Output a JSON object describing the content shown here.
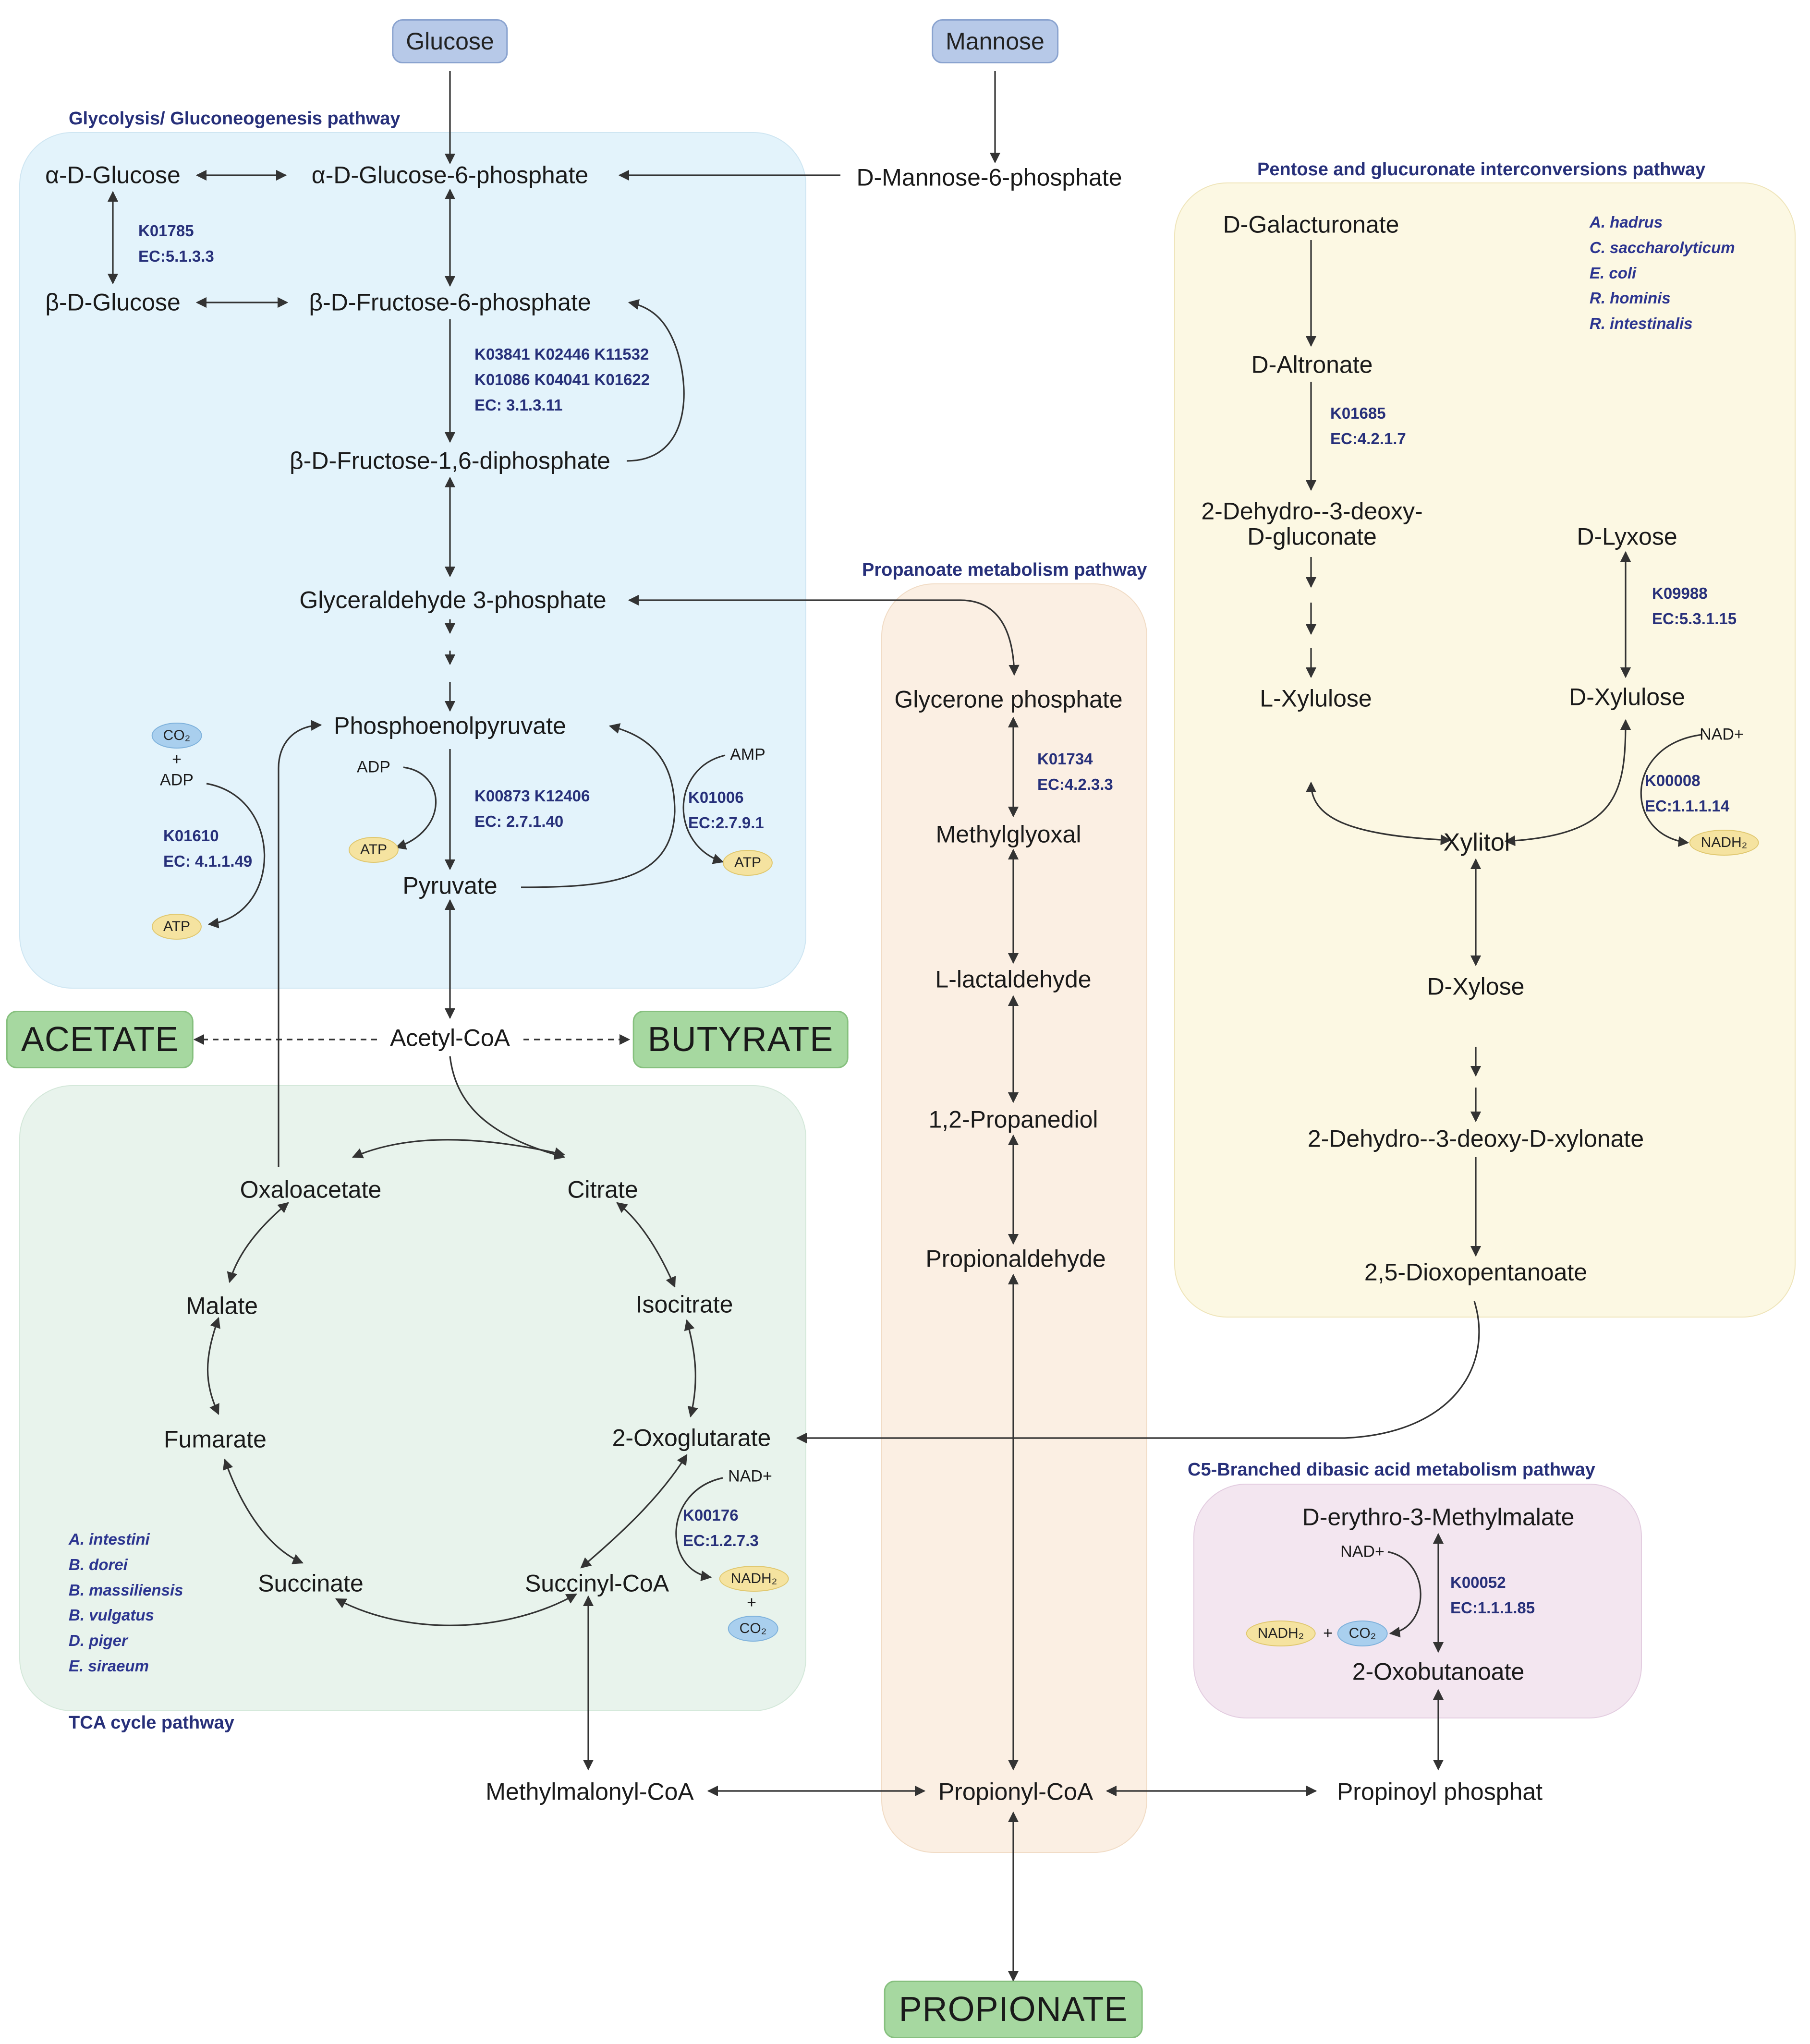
{
  "regions": {
    "glycolysis": "Glycolysis/ Gluconeogenesis pathway",
    "pentose": "Pentose and glucuronate interconversions pathway",
    "propanoate": "Propanoate metabolism pathway",
    "c5": "C5-Branched dibasic acid metabolism pathway",
    "tca": "TCA cycle pathway"
  },
  "sources": {
    "glucose": "Glucose",
    "mannose": "Mannose"
  },
  "scfa": {
    "acetate": "ACETATE",
    "butyrate": "BUTYRATE",
    "propionate": "PROPIONATE"
  },
  "metabolites": {
    "a_glucose": "α-D-Glucose",
    "a_glucose6p": "α-D-Glucose-6-phosphate",
    "mannose6p": "D-Mannose-6-phosphate",
    "b_glucose": "β-D-Glucose",
    "b_fructose6p": "β-D-Fructose-6-phosphate",
    "fructose16dp": "β-D-Fructose-1,6-diphosphate",
    "gap": "Glyceraldehyde 3-phosphate",
    "pep": "Phosphoenolpyruvate",
    "pyruvate": "Pyruvate",
    "acetylcoa": "Acetyl-CoA",
    "oxaloacetate": "Oxaloacetate",
    "citrate": "Citrate",
    "malate": "Malate",
    "isocitrate": "Isocitrate",
    "fumarate": "Fumarate",
    "oxoglutarate": "2-Oxoglutarate",
    "succinate": "Succinate",
    "succinylcoa": "Succinyl-CoA",
    "methylmalonyl": "Methylmalonyl-CoA",
    "propionylcoa": "Propionyl-CoA",
    "propinoyl": "Propinoyl phosphat",
    "glycerone": "Glycerone phosphate",
    "methylglyoxal": "Methylglyoxal",
    "lactaldehyde": "L-lactaldehyde",
    "propanediol": "1,2-Propanediol",
    "propionaldehyde": "Propionaldehyde",
    "galacturonate": "D-Galacturonate",
    "altronate": "D-Altronate",
    "dehydro_gluconate_1": "2-Dehydro--3-deoxy-",
    "dehydro_gluconate_2": "D-gluconate",
    "lyxose": "D-Lyxose",
    "l_xylulose": "L-Xylulose",
    "d_xylulose": "D-Xylulose",
    "xylitol": "Xylitol",
    "d_xylose": "D-Xylose",
    "dehydro_xylonate": "2-Dehydro--3-deoxy-D-xylonate",
    "dioxopentanoate": "2,5-Dioxopentanoate",
    "methylmalate": "D-erythro-3-Methylmalate",
    "oxobutanoate": "2-Oxobutanoate"
  },
  "cofactors": {
    "co2": "CO₂",
    "plus": "+",
    "adp": "ADP",
    "atp": "ATP",
    "amp": "AMP",
    "nad": "NAD+",
    "nadh": "NADH₂"
  },
  "enzymes": {
    "e1": [
      "K01785",
      "EC:5.1.3.3"
    ],
    "e2": [
      "K03841 K02446 K11532",
      "K01086 K04041 K01622",
      "EC: 3.1.3.11"
    ],
    "e3": [
      "K01610",
      "EC: 4.1.1.49"
    ],
    "e4": [
      "K00873 K12406",
      "EC: 2.7.1.40"
    ],
    "e5": [
      "K01006",
      "EC:2.7.9.1"
    ],
    "e6": [
      "K01734",
      "EC:4.2.3.3"
    ],
    "e7": [
      "K01685",
      "EC:4.2.1.7"
    ],
    "e8": [
      "K09988",
      "EC:5.3.1.15"
    ],
    "e9": [
      "K00008",
      "EC:1.1.1.14"
    ],
    "e10": [
      "K00176",
      "EC:1.2.7.3"
    ],
    "e11": [
      "K00052",
      "EC:1.1.1.85"
    ]
  },
  "organisms": {
    "pentose": [
      "A. hadrus",
      "C. saccharolyticum",
      "E. coli",
      "R. hominis",
      "R. intestinalis"
    ],
    "tca": [
      "A. intestini",
      "B. dorei",
      "B. massiliensis",
      "B. vulgatus",
      "D. piger",
      "E. siraeum"
    ]
  },
  "colors": {
    "glycolysis_bg": "#e3f3fb",
    "tca_bg": "#e8f3ec",
    "propanoate_bg": "#fbefe3",
    "pentose_bg": "#fcf8e3",
    "c5_bg": "#f3e6f0",
    "label_blue": "#27307a"
  }
}
